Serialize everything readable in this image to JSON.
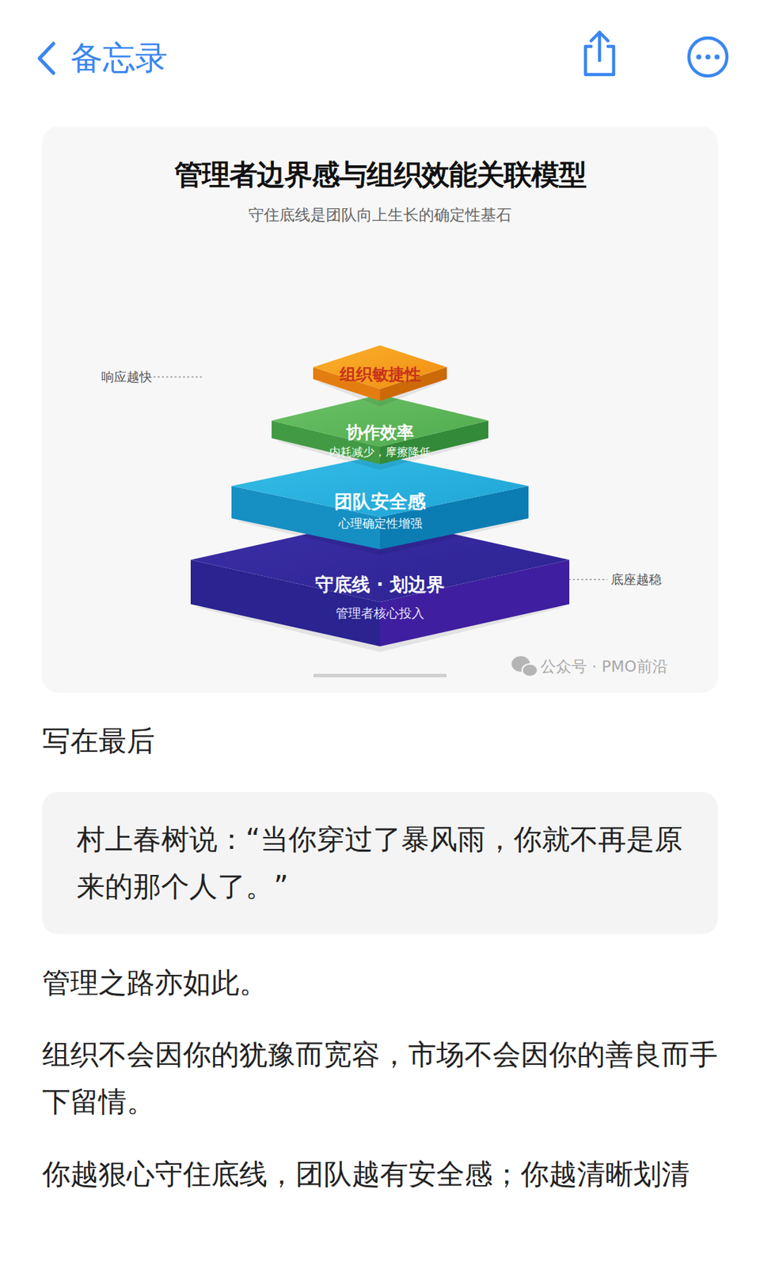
{
  "diagram": {
    "title": "管理者边界感与组织效能关联模型",
    "nodes": [
      {
        "text": [
          "组织敏捷性"
        ]
      },
      {
        "text": [
          "协作效率",
          "内耗减少，摩擦降低"
        ]
      },
      {
        "text": [
          "团队安全感",
          "心理确定性增强"
        ]
      },
      {
        "text": [
          "守底线 · 划边界",
          "管理者核心投入"
        ]
      },
      {
        "text": [
          "村上春树说：“当你穿过了暴风雨，你就不再是原来的那个人了。”"
        ]
      }
    ],
    "labels": [
      "备忘录",
      "守住底线是团队向上生长的确定性基石",
      "响应越快",
      "底座越稳",
      "公众号 · PMO前沿",
      "写在最后",
      "管理之路亦如此。",
      "组织不会因你的犹豫而宽容，市场不会因你的善良而手下留情。",
      "你越狠心守住底线，团队越有安全感；你越清晰划清"
    ]
  }
}
